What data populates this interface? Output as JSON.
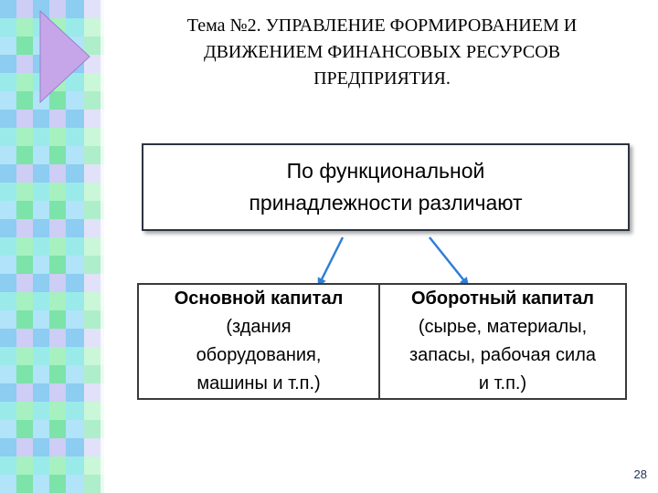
{
  "title": {
    "lines": [
      "Тема №2. УПРАВЛЕНИЕ ФОРМИРОВАНИЕМ И",
      "ДВИЖЕНИЕМ ФИНАНСОВЫХ РЕСУРСОВ",
      "ПРЕДПРИЯТИЯ."
    ]
  },
  "top_box": {
    "lines": [
      "По функциональной",
      "принадлежности различают"
    ]
  },
  "left_box": {
    "heading": "Основной капитал",
    "lines": [
      "(здания",
      "оборудования,",
      "машины и т.п.)"
    ]
  },
  "right_box": {
    "heading": "Оборотный капитал",
    "lines": [
      "(сырье, материалы,",
      "запасы, рабочая сила",
      "и т.п.)"
    ]
  },
  "page_number": "28",
  "colors": {
    "arrow": "#2f7fd6",
    "strip_blue": "#7fc8f0",
    "strip_green": "#6ee0a0",
    "strip_cyan": "#8fe8e8",
    "strip_lavender": "#c8c8f4",
    "play_triangle": "#c6a6e8"
  },
  "icons": {
    "play": "play-triangle-icon"
  }
}
